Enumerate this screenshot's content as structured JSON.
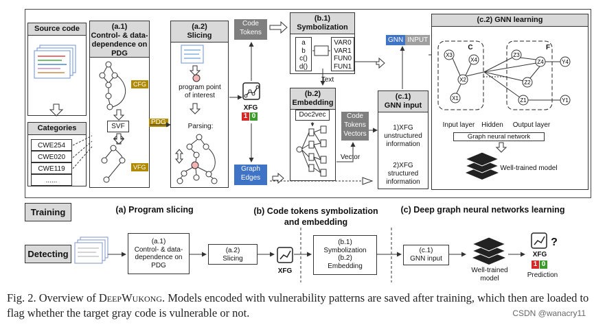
{
  "training": {
    "label": "Training",
    "a": {
      "source_code": "Source code",
      "a1_title": "(a.1)\nControl- & data-\ndependence on\nPDG",
      "cfg": "CFG",
      "vfg": "VFG",
      "svf": "SVF",
      "categories": "Categories",
      "cwe": [
        "CWE254",
        "CWE020",
        "CWE119",
        "......"
      ],
      "pdg": "PDG",
      "a2_title": "(a.2)\nSlicing",
      "program_point": "program point\nof interest",
      "parsing": "Parsing:",
      "label": "(a) Program slicing"
    },
    "b": {
      "code_tokens": "Code\nTokens",
      "xfg": "XFG",
      "bits": [
        "1",
        "0"
      ],
      "graph_edges": "Graph\nEdges",
      "b1_title": "(b.1)\nSymbolization",
      "symbols_left": [
        "a",
        "b",
        "c()",
        "d()"
      ],
      "symbols_right": [
        "VAR0",
        "VAR1",
        "FUN0",
        "FUN1"
      ],
      "text": "Text",
      "b2_title": "(b.2)\nEmbedding",
      "doc2vec": "Doc2vec",
      "vector_box": "Code\nTokens\nVectors",
      "vector": "Vector",
      "label": "(b) Code tokens symbolization\nand embedding"
    },
    "c": {
      "gnn_input_tag_1": "GNN",
      "gnn_input_tag_2": "INPUT",
      "c1_title": "(c.1)\nGNN input",
      "xfg_unstructured": "1)XFG\nunstructured\ninformation",
      "xfg_structured": "2)XFG\nstructured\ninformation",
      "c2_title": "(c.2)  GNN learning",
      "nodes_left": [
        "X3",
        "X4",
        "X2",
        "X1"
      ],
      "nodes_right": [
        "Z3",
        "Z4",
        "Z2",
        "Z1"
      ],
      "nodes_out": [
        "Y4",
        "Y1"
      ],
      "group_c": "C",
      "group_f": "F",
      "input_layer": "Input layer",
      "hidden": "Hidden",
      "output_layer": "Output layer",
      "gnn": "Graph neural network",
      "well_trained": "Well-trained model",
      "label": "(c) Deep graph neural networks learning"
    }
  },
  "detecting": {
    "label": "Detecting",
    "a1": "(a.1)\nControl- & data-\ndependence on\nPDG",
    "a2": "(a.2)\nSlicing",
    "xfg": "XFG",
    "b": "(b.1)\nSymbolization\n(b.2)\nEmbedding",
    "c1": "(c.1)\nGNN input",
    "model": "Well-trained\nmodel",
    "xfg2": "XFG",
    "question": "?",
    "bits": [
      "1",
      "0"
    ],
    "prediction": "Prediction"
  },
  "caption": {
    "prefix": "Fig. 2.   Overview of ",
    "name": "DeepWukong",
    "rest": ". Models encoded with vulnerability patterns are saved after training, which then are loaded to flag whether the target gray code is vulnerable or not."
  },
  "watermark": "CSDN @wanacry11",
  "colors": {
    "gold": "#b08a00",
    "blue": "#3f73c6",
    "gray": "#7f7f7f",
    "red": "#d62828",
    "green": "#3a9a2a"
  }
}
